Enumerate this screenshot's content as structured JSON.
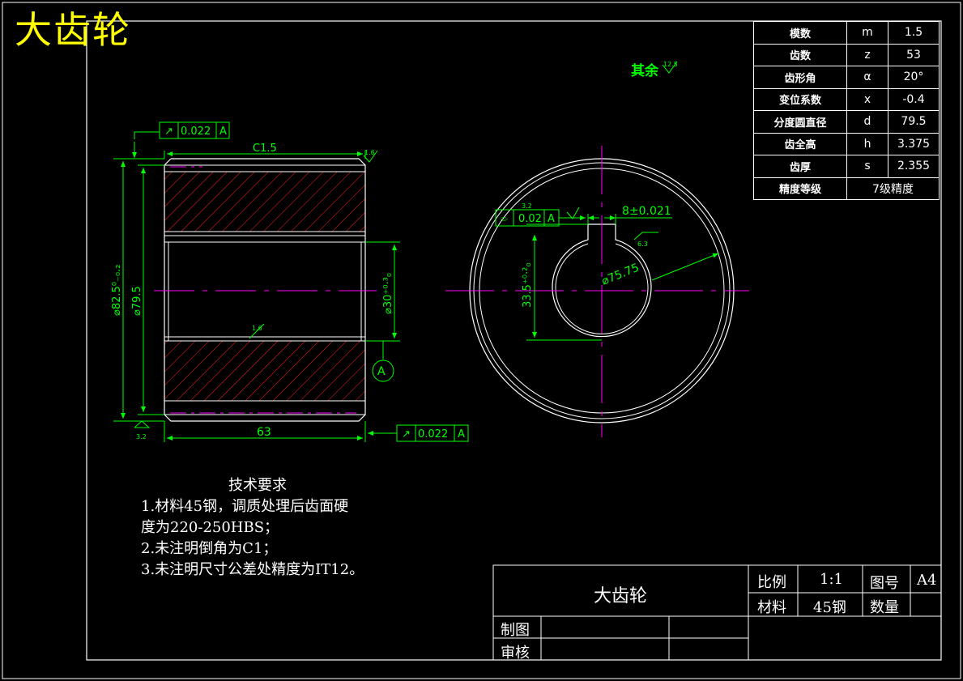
{
  "sheet_title": "大齿轮",
  "params_table": [
    {
      "label": "模数",
      "symbol": "m",
      "value": "1.5"
    },
    {
      "label": "齿数",
      "symbol": "z",
      "value": "53"
    },
    {
      "label": "齿形角",
      "symbol": "α",
      "value": "20°"
    },
    {
      "label": "变位系数",
      "symbol": "x",
      "value": "-0.4"
    },
    {
      "label": "分度圆直径",
      "symbol": "d",
      "value": "79.5"
    },
    {
      "label": "齿全高",
      "symbol": "h",
      "value": "3.375"
    },
    {
      "label": "齿厚",
      "symbol": "s",
      "value": "2.355"
    },
    {
      "label": "精度等级",
      "symbol": "",
      "value": "7级精度"
    }
  ],
  "surface_note": {
    "text": "其余",
    "roughness": "12.5"
  },
  "left_view": {
    "chamfer": "C1.5",
    "roughness_top": "1.6",
    "roughness_bore": "1.6",
    "roughness_bottom": "3.2",
    "tol_top": {
      "symbol": "↗",
      "value": "0.022",
      "datum": "A"
    },
    "tol_bottom": {
      "symbol": "↗",
      "value": "0.022",
      "datum": "A"
    },
    "dim_outer": "⌀82.5⁰₋₀.₂",
    "dim_pitch": "⌀79.5",
    "dim_bore": "⌀30⁺⁰·³₀",
    "dim_width": "63",
    "datum_label": "A"
  },
  "right_view": {
    "sym_tol": {
      "symbol": "⌯",
      "value": "0.02",
      "datum": "A"
    },
    "roughness_tol": "3.2",
    "key_width": "8±0.021",
    "roughness_key": "6.3",
    "key_depth": "33.5⁺⁰·²₀",
    "root_dia": "⌀75.75"
  },
  "tech_requirements": {
    "title": "技术要求",
    "items": [
      "1.材料45钢，调质处理后齿面硬",
      "度为220-250HBS；",
      "2.未注明倒角为C1；",
      "3.未注明尺寸公差处精度为IT12。"
    ]
  },
  "title_block": {
    "part_name": "大齿轮",
    "scale_label": "比例",
    "scale_value": "1:1",
    "drawing_no_label": "图号",
    "drawing_no_value": "A4",
    "material_label": "材料",
    "material_value": "45钢",
    "qty_label": "数量",
    "drawn_label": "制图",
    "checked_label": "审核"
  },
  "colors": {
    "outline": "#ffffff",
    "dimension": "#00ff00",
    "center": "#ff00ff",
    "hatch": "#ff2020",
    "title": "#ffff00"
  }
}
